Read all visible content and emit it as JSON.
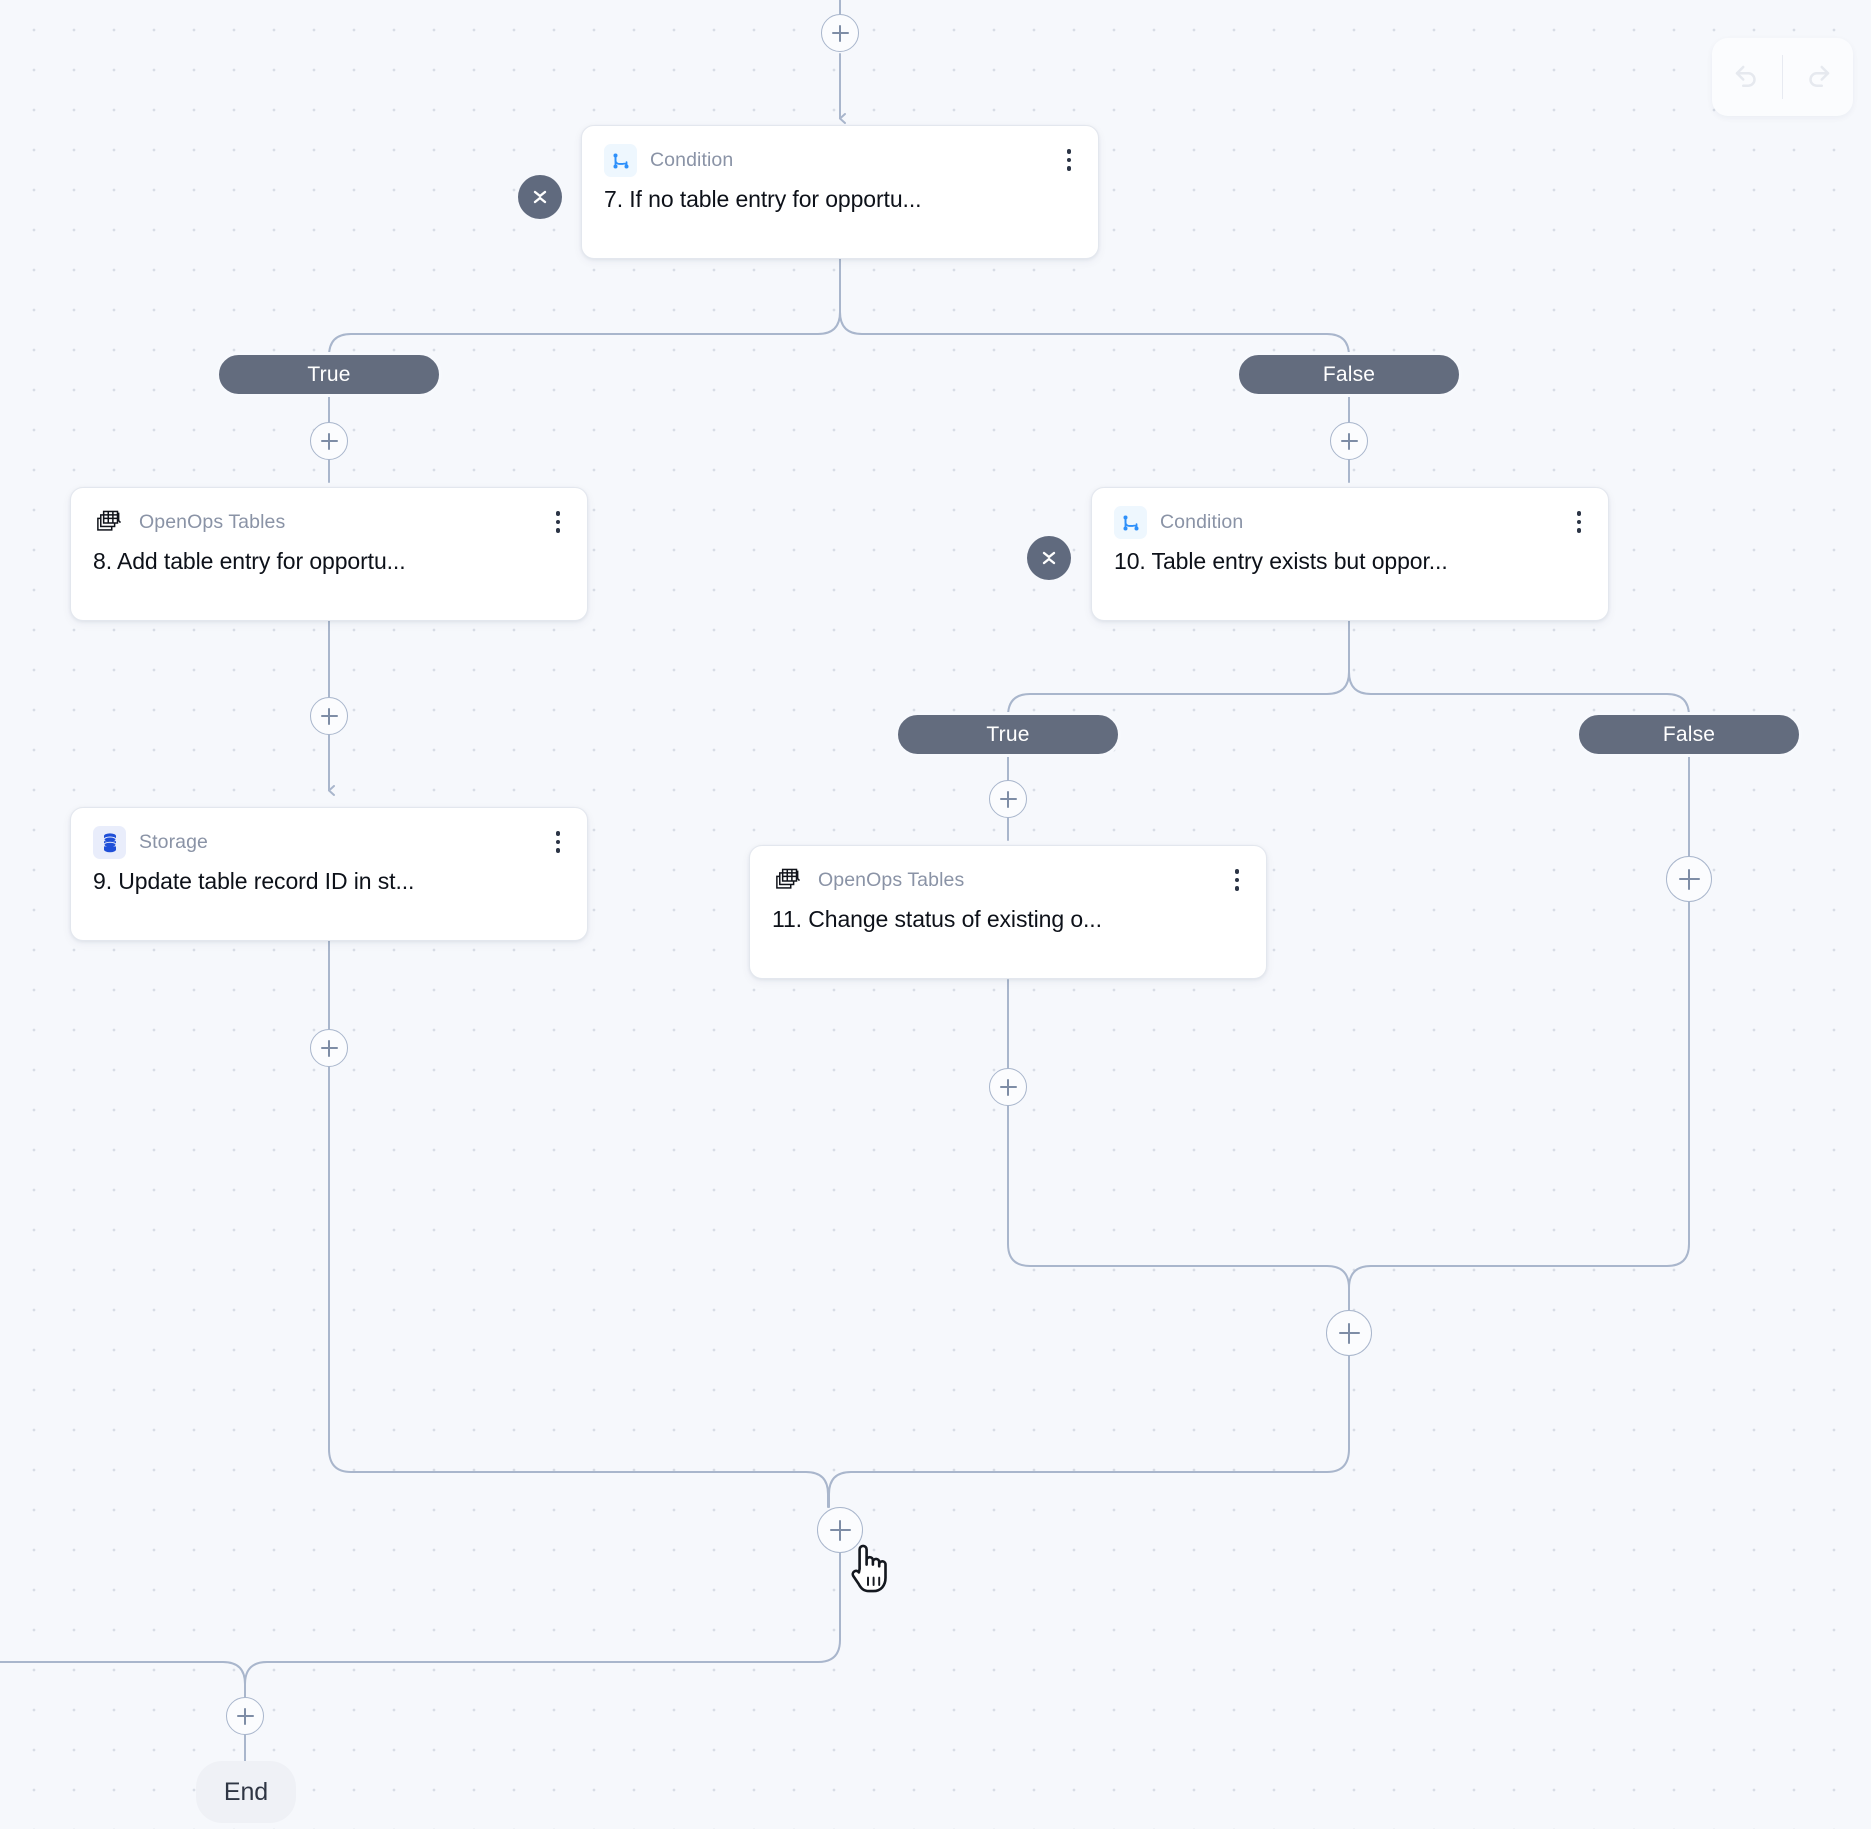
{
  "canvas": {
    "background_color": "#f6f8fc",
    "dot_color": "#d8dde6"
  },
  "toolbar": {
    "undo_label": "Undo",
    "undo_icon": "undo-arrow-icon",
    "redo_label": "Redo",
    "redo_icon": "redo-arrow-icon"
  },
  "nodes": [
    {
      "id": "node-7",
      "type_label": "Condition",
      "title": "7. If no table entry for opportu...",
      "icon": "condition-branch-icon",
      "menu_icon": "kebab-menu-icon",
      "collapse_icon": "collapse-chevrons-icon"
    },
    {
      "id": "node-8",
      "type_label": "OpenOps Tables",
      "title": "8. Add table entry for opportu...",
      "icon": "tables-stack-icon",
      "menu_icon": "kebab-menu-icon"
    },
    {
      "id": "node-9",
      "type_label": "Storage",
      "title": "9. Update table record ID in st...",
      "icon": "database-storage-icon",
      "menu_icon": "kebab-menu-icon"
    },
    {
      "id": "node-10",
      "type_label": "Condition",
      "title": "10. Table entry exists but oppor...",
      "icon": "condition-branch-icon",
      "menu_icon": "kebab-menu-icon",
      "collapse_icon": "collapse-chevrons-icon"
    },
    {
      "id": "node-11",
      "type_label": "OpenOps Tables",
      "title": "11. Change status of existing o...",
      "icon": "tables-stack-icon",
      "menu_icon": "kebab-menu-icon"
    }
  ],
  "branches": {
    "cond7_true": "True",
    "cond7_false": "False",
    "cond10_true": "True",
    "cond10_false": "False"
  },
  "end": {
    "label": "End"
  },
  "add_buttons": {
    "label": "+"
  },
  "colors": {
    "branch_pill": "#636c7e",
    "collapse_handle": "#606a7e",
    "edge": "#a9b6cc",
    "accent_icon": "#2e90fa",
    "node_title": "#0d1119",
    "node_type": "#8a93a6"
  }
}
